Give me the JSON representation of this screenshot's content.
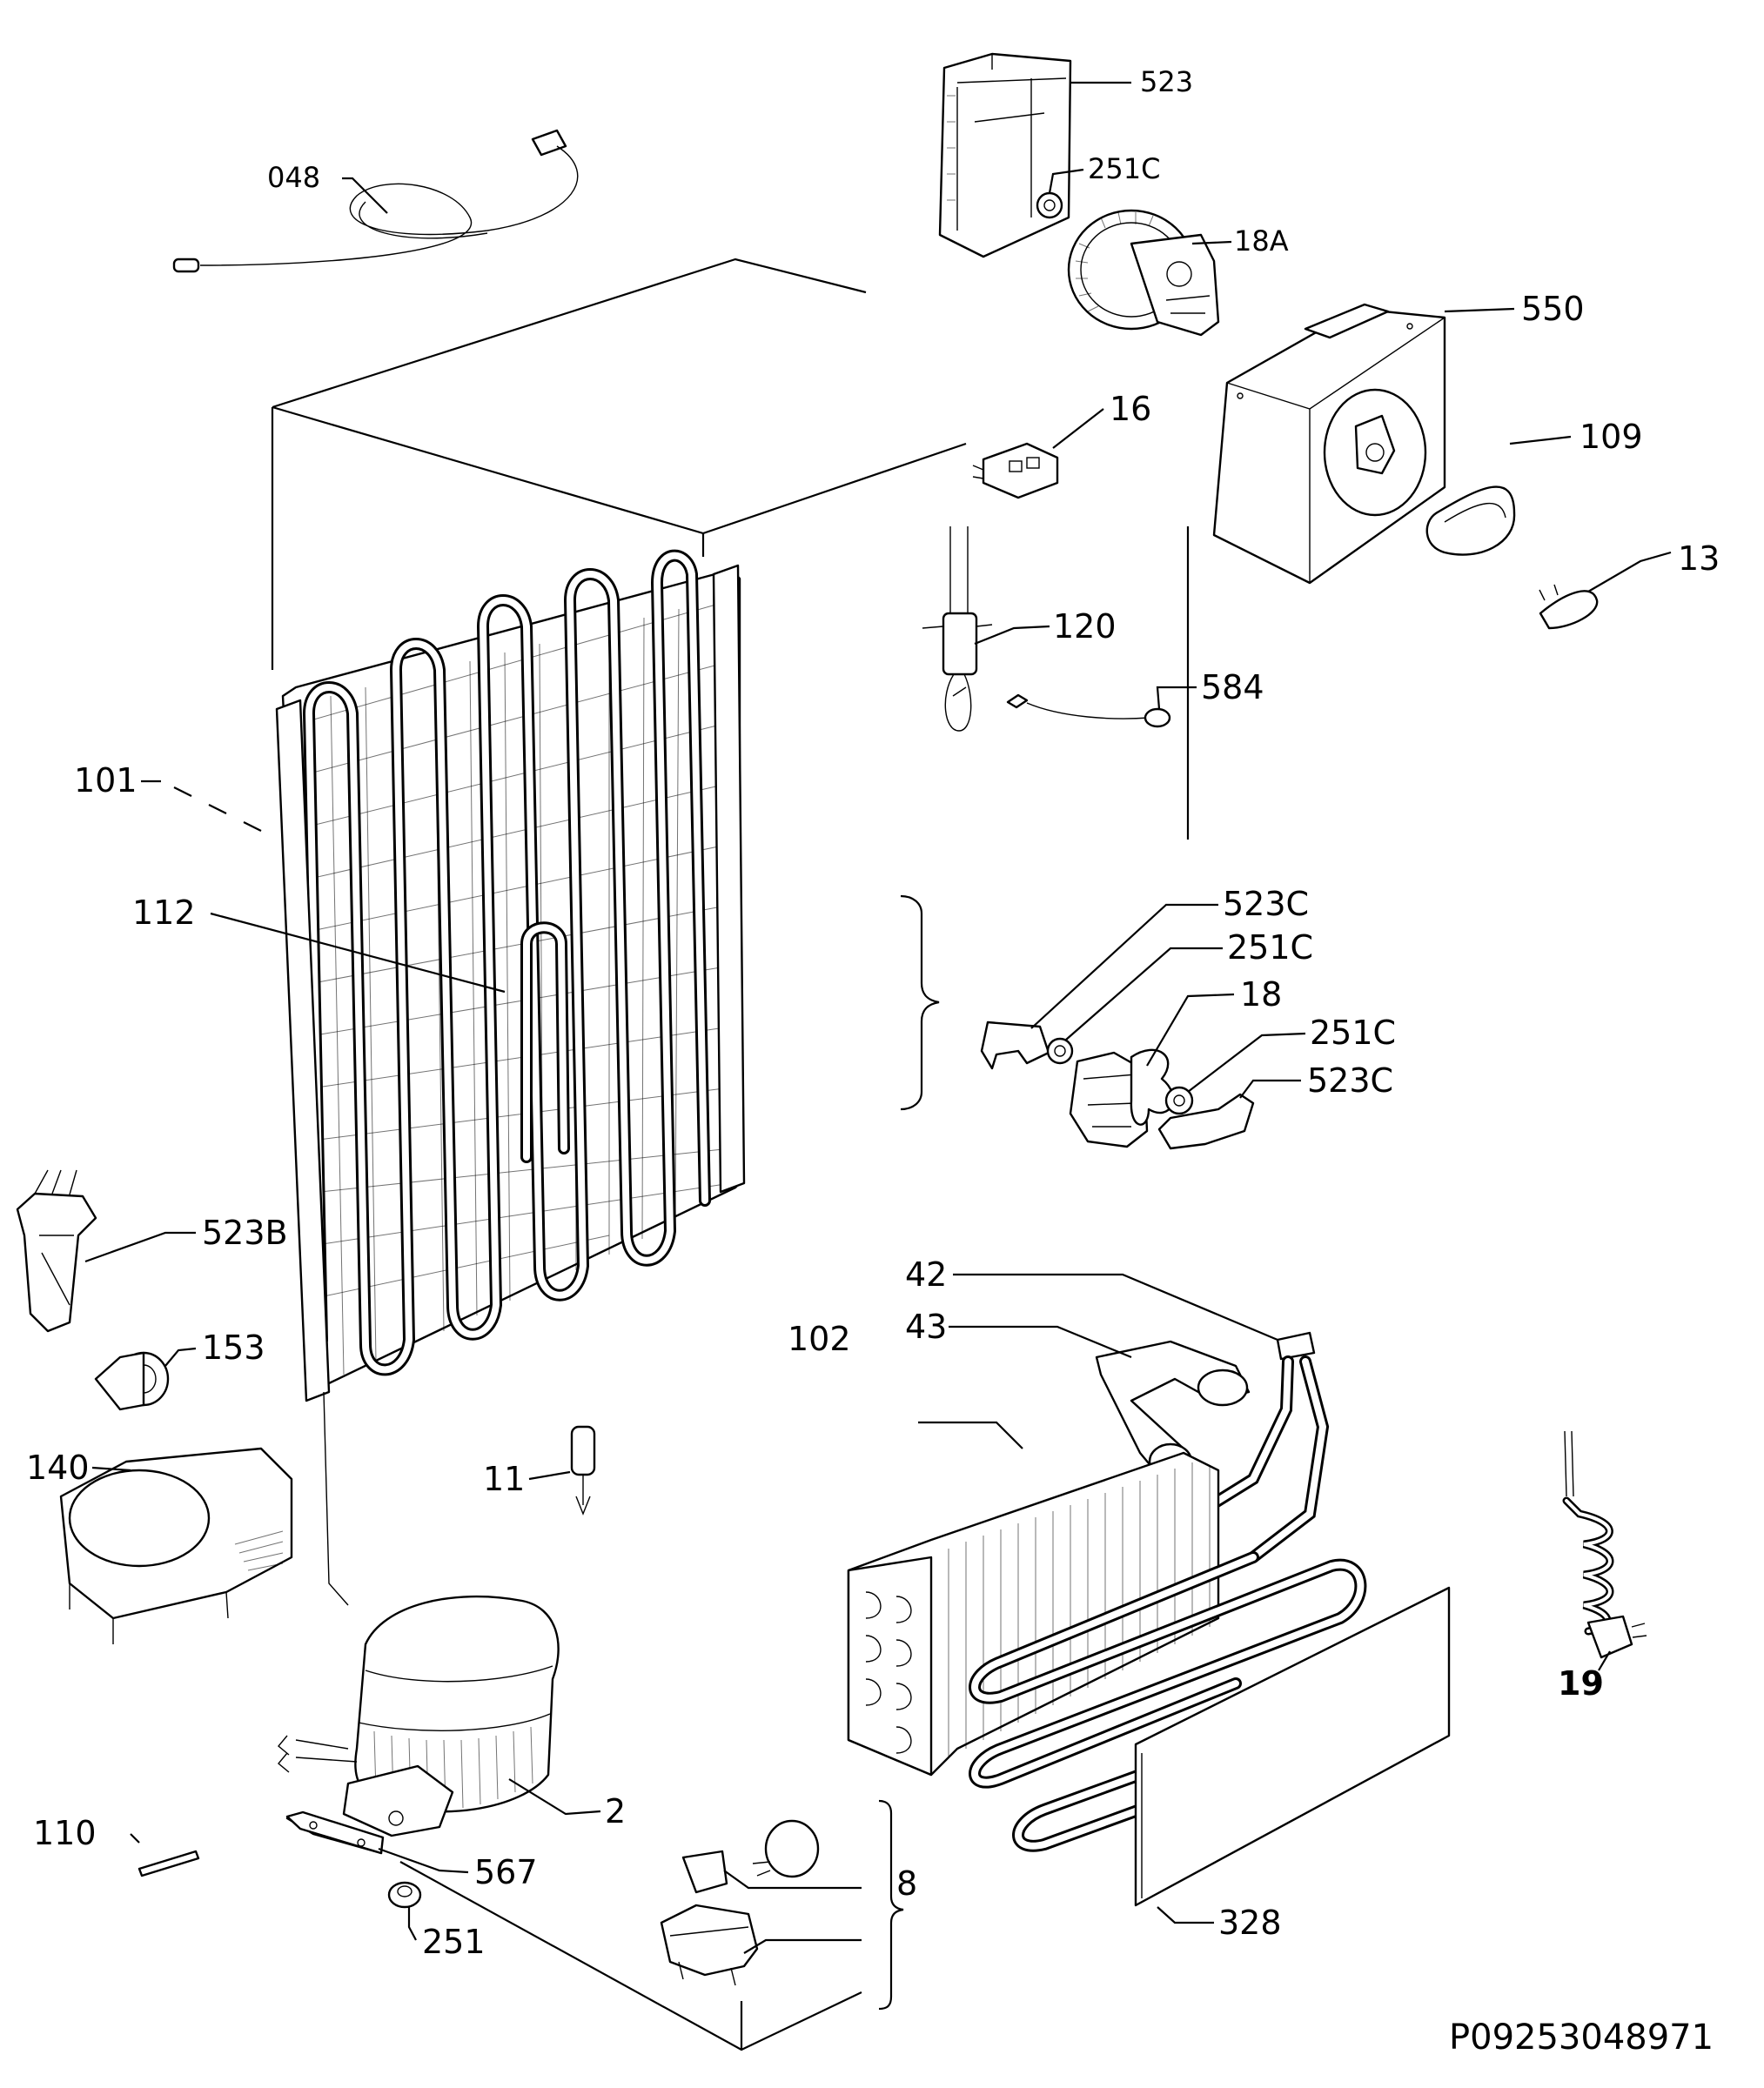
{
  "diagram": {
    "document_id": "P09253048971",
    "bracket_group_label": "102",
    "labels": [
      {
        "id": "048",
        "text": "048"
      },
      {
        "id": "523",
        "text": "523"
      },
      {
        "id": "251c-top",
        "text": "251C"
      },
      {
        "id": "18a",
        "text": "18A"
      },
      {
        "id": "550",
        "text": "550"
      },
      {
        "id": "16",
        "text": "16"
      },
      {
        "id": "109",
        "text": "109"
      },
      {
        "id": "13",
        "text": "13"
      },
      {
        "id": "120",
        "text": "120"
      },
      {
        "id": "584",
        "text": "584"
      },
      {
        "id": "101",
        "text": "101"
      },
      {
        "id": "112",
        "text": "112"
      },
      {
        "id": "523c-1",
        "text": "523C"
      },
      {
        "id": "251c-2",
        "text": "251C"
      },
      {
        "id": "18",
        "text": "18"
      },
      {
        "id": "251c-3",
        "text": "251C"
      },
      {
        "id": "523c-2",
        "text": "523C"
      },
      {
        "id": "523b",
        "text": "523B"
      },
      {
        "id": "153",
        "text": "153"
      },
      {
        "id": "42",
        "text": "42"
      },
      {
        "id": "43",
        "text": "43"
      },
      {
        "id": "140",
        "text": "140"
      },
      {
        "id": "11",
        "text": "11"
      },
      {
        "id": "19",
        "text": "19"
      },
      {
        "id": "2",
        "text": "2"
      },
      {
        "id": "110",
        "text": "110"
      },
      {
        "id": "567",
        "text": "567"
      },
      {
        "id": "8",
        "text": "8"
      },
      {
        "id": "251",
        "text": "251"
      },
      {
        "id": "328",
        "text": "328"
      }
    ]
  }
}
